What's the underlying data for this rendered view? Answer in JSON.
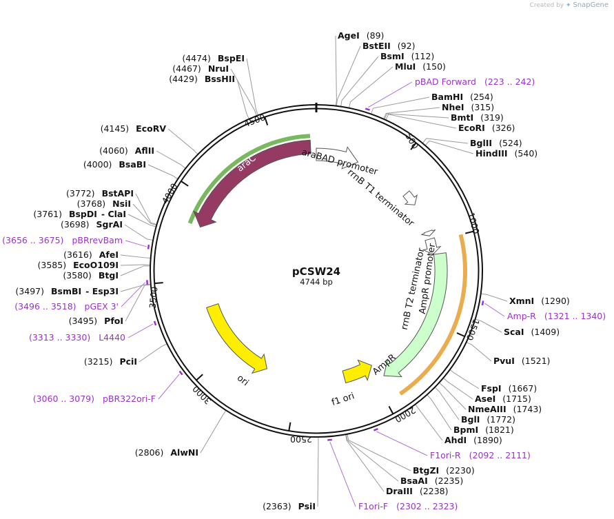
{
  "credit": {
    "prefix": "Created by",
    "brand": "SnapGene"
  },
  "plasmid": {
    "name": "pCSW24",
    "size_label": "4744 bp",
    "length": 4744
  },
  "ticks": [
    "500",
    "1000",
    "1500",
    "2000",
    "2500",
    "3000",
    "3500",
    "4000",
    "4500"
  ],
  "features": [
    {
      "id": "araC",
      "label": "araC",
      "start": 3830,
      "end": 4709,
      "color": "#943a63",
      "type": "cds"
    },
    {
      "id": "araBAD promoter",
      "label": "araBAD promoter",
      "start": 4744,
      "end": 276,
      "color": "#ffffff",
      "type": "promoter"
    },
    {
      "id": "rrnB T1 terminator",
      "label": "rrnB T1 terminator",
      "start": 650,
      "end": 740,
      "color": "#ffffff",
      "type": "terminator"
    },
    {
      "id": "rrnB T2 terminator",
      "label": "rrnB T2 terminator",
      "start": 930,
      "end": 960,
      "color": "#ffffff",
      "type": "terminator"
    },
    {
      "id": "AmpR promoter",
      "label": "AmpR promoter",
      "start": 980,
      "end": 1080,
      "color": "#ffffff",
      "type": "promoter"
    },
    {
      "id": "AmpR",
      "label": "AmpR",
      "start": 1081,
      "end": 1940,
      "color": "#ccffcc",
      "type": "cds"
    },
    {
      "id": "f1 ori",
      "label": "f1 ori",
      "start": 1972,
      "end": 2178,
      "color": "#ffee00",
      "type": "ori"
    },
    {
      "id": "ori",
      "label": "ori",
      "start": 2725,
      "end": 3314,
      "color": "#ffee00",
      "type": "ori"
    }
  ],
  "sites": [
    {
      "name": "AgeI",
      "number": "(89)"
    },
    {
      "name": "BstEII",
      "number": "(92)"
    },
    {
      "name": "BsmI",
      "number": "(112)"
    },
    {
      "name": "MluI",
      "number": "(150)"
    },
    {
      "name": "BamHI",
      "number": "(254)"
    },
    {
      "name": "NheI",
      "number": "(315)"
    },
    {
      "name": "BmtI",
      "number": "(319)"
    },
    {
      "name": "EcoRI",
      "number": "(326)"
    },
    {
      "name": "BglII",
      "number": "(524)"
    },
    {
      "name": "HindIII",
      "number": "(540)"
    },
    {
      "name": "XmnI",
      "number": "(1290)"
    },
    {
      "name": "ScaI",
      "number": "(1409)"
    },
    {
      "name": "PvuI",
      "number": "(1521)"
    },
    {
      "name": "FspI",
      "number": "(1667)"
    },
    {
      "name": "AseI",
      "number": "(1715)"
    },
    {
      "name": "NmeAIII",
      "number": "(1743)"
    },
    {
      "name": "BglI",
      "number": "(1772)"
    },
    {
      "name": "BpmI",
      "number": "(1821)"
    },
    {
      "name": "AhdI",
      "number": "(1890)"
    },
    {
      "name": "BtgZI",
      "number": "(2230)"
    },
    {
      "name": "BsaAI",
      "number": "(2235)"
    },
    {
      "name": "DraIII",
      "number": "(2238)"
    },
    {
      "name": "PsiI",
      "number": "(2363)"
    },
    {
      "name": "AlwNI",
      "number": "(2806)"
    },
    {
      "name": "PciI",
      "number": "(3215)"
    },
    {
      "name": "PfoI",
      "number": "(3495)"
    },
    {
      "name": "BsmBI",
      "number": "(3497)",
      "extra": "- Esp3I"
    },
    {
      "name": "BtgI",
      "number": "(3580)"
    },
    {
      "name": "EcoO109I",
      "number": "(3585)"
    },
    {
      "name": "AfeI",
      "number": "(3616)"
    },
    {
      "name": "SgrAI",
      "number": "(3698)"
    },
    {
      "name": "BspDI",
      "number": "(3761)",
      "extra": "- ClaI"
    },
    {
      "name": "NsiI",
      "number": "(3768)"
    },
    {
      "name": "BstAPI",
      "number": "(3772)"
    },
    {
      "name": "BsaBI",
      "number": "(4000)"
    },
    {
      "name": "AflII",
      "number": "(4060)"
    },
    {
      "name": "EcoRV",
      "number": "(4145)"
    },
    {
      "name": "BssHII",
      "number": "(4429)"
    },
    {
      "name": "NruI",
      "number": "(4467)"
    },
    {
      "name": "BspEI",
      "number": "(4474)"
    }
  ],
  "primers": [
    {
      "name": "pBAD Forward",
      "range": "(223 .. 242)"
    },
    {
      "name": "Amp-R",
      "range": "(1321 .. 1340)"
    },
    {
      "name": "F1ori-R",
      "range": "(2092 .. 2111)"
    },
    {
      "name": "F1ori-F",
      "range": "(2302 .. 2323)"
    },
    {
      "name": "pBR322ori-F",
      "range": "(3060 .. 3079)"
    },
    {
      "name": "L4440",
      "range": "(3313 .. 3330)"
    },
    {
      "name": "pGEX 3'",
      "range": "(3496 .. 3518)"
    },
    {
      "name": "pBRrevBam",
      "range": "(3656 .. 3675)"
    }
  ]
}
